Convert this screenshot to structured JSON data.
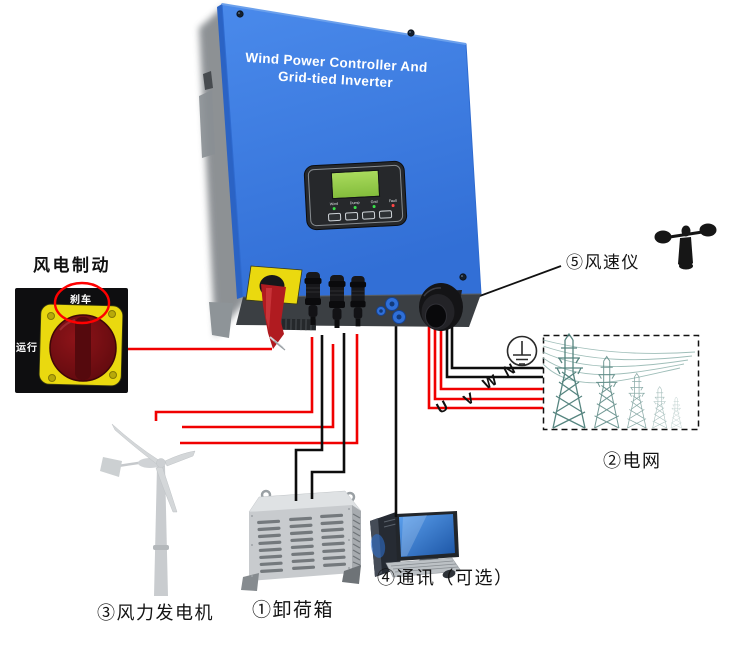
{
  "labels": {
    "brake_title": "风电制动",
    "switch_brake": "刹车",
    "switch_run": "运行",
    "anemometer": "⑤风速仪",
    "grid": "②电网",
    "turbine": "③风力发电机",
    "dump_box": "①卸荷箱",
    "communication": "④通讯（可选）"
  },
  "inverter": {
    "title_line1": "Wind Power Controller And",
    "title_line2": "Grid-tied Inverter",
    "display_leds": [
      "Wind",
      "Dump",
      "Grid",
      "Fault"
    ]
  },
  "wire_labels": {
    "u": "U",
    "v": "V",
    "w": "W",
    "n": "N"
  },
  "colors": {
    "inverter_blue": "#3a7de2",
    "lcd_green": "#8dc63f",
    "switch_yellow": "#ead90f",
    "knob_red": "#7a1014",
    "wire_red": "#f00000",
    "wire_black": "#0d0d0d",
    "tower_teal": "#4e7f7a",
    "annotation_red": "#ff0000"
  }
}
